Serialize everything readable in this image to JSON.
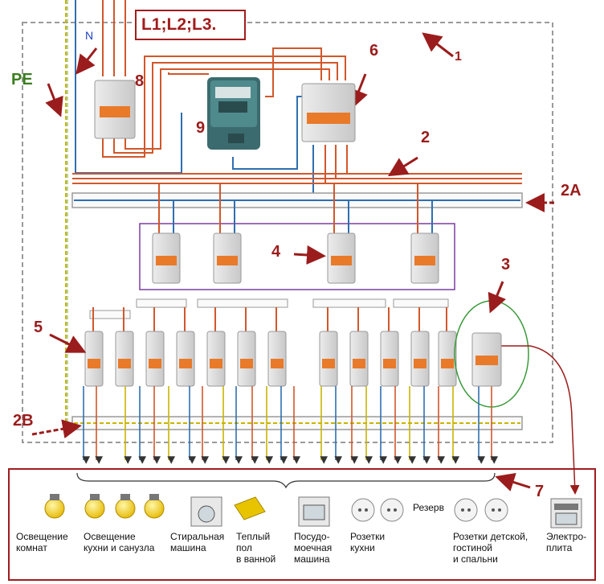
{
  "title": "L1;L2;L3.",
  "labels": {
    "pe": "PE",
    "n": "N",
    "n1": "1",
    "n2": "2",
    "n2a": "2A",
    "n2b": "2B",
    "n3": "3",
    "n4": "4",
    "n5": "5",
    "n6": "6",
    "n7": "7",
    "n8": "8",
    "n9": "9"
  },
  "legend": {
    "reserve": "Резерв",
    "items": [
      {
        "icon": "bulb-icon",
        "line1": "Освещение",
        "line2": "комнат",
        "line3": ""
      },
      {
        "icon": "bulb-icon",
        "line1": "Освещение",
        "line2": "кухни и санузла",
        "line3": ""
      },
      {
        "icon": "washing-machine-icon",
        "line1": "Стиральная",
        "line2": "машина",
        "line3": ""
      },
      {
        "icon": "floor-heating-icon",
        "line1": "Теплый",
        "line2": "пол",
        "line3": "в ванной"
      },
      {
        "icon": "dishwasher-icon",
        "line1": "Посудо-",
        "line2": "моечная",
        "line3": "машина"
      },
      {
        "icon": "socket-icon",
        "line1": "Розетки",
        "line2": "кухни",
        "line3": ""
      },
      {
        "icon": "socket-icon",
        "line1": "Розетки детской,",
        "line2": "гостиной",
        "line3": "и спальни"
      },
      {
        "icon": "stove-icon",
        "line1": "Электро-",
        "line2": "плита",
        "line3": ""
      }
    ]
  },
  "colors": {
    "phase": "#d2572a",
    "neutral": "#2f6fb0",
    "pe": "#c9b400",
    "accent": "#9b1c1c",
    "group_box": "#7a3fa0",
    "rcd_outline": "#3a9a3a"
  }
}
